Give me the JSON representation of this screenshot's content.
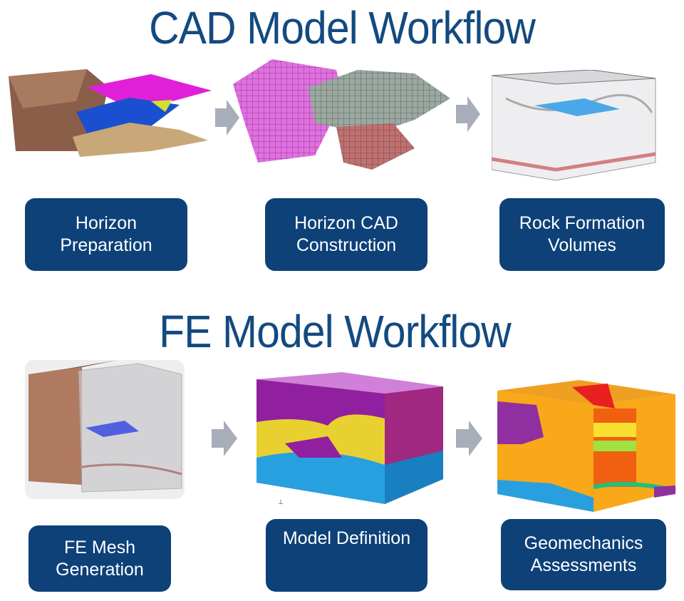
{
  "cad": {
    "title": "CAD Model Workflow",
    "steps": [
      {
        "line1": "Horizon",
        "line2": "Preparation"
      },
      {
        "line1": "Horizon CAD",
        "line2": "Construction"
      },
      {
        "line1": "Rock Formation",
        "line2": "Volumes"
      }
    ]
  },
  "fe": {
    "title": "FE Model Workflow",
    "steps": [
      {
        "line1": "FE Mesh",
        "line2": "Generation"
      },
      {
        "line1": "Model Definition"
      },
      {
        "line1": "Geomechanics",
        "line2": "Assessments"
      }
    ]
  },
  "colors": {
    "box": "#0d4178",
    "title": "#134a80",
    "arrow": "#a7adb9"
  }
}
